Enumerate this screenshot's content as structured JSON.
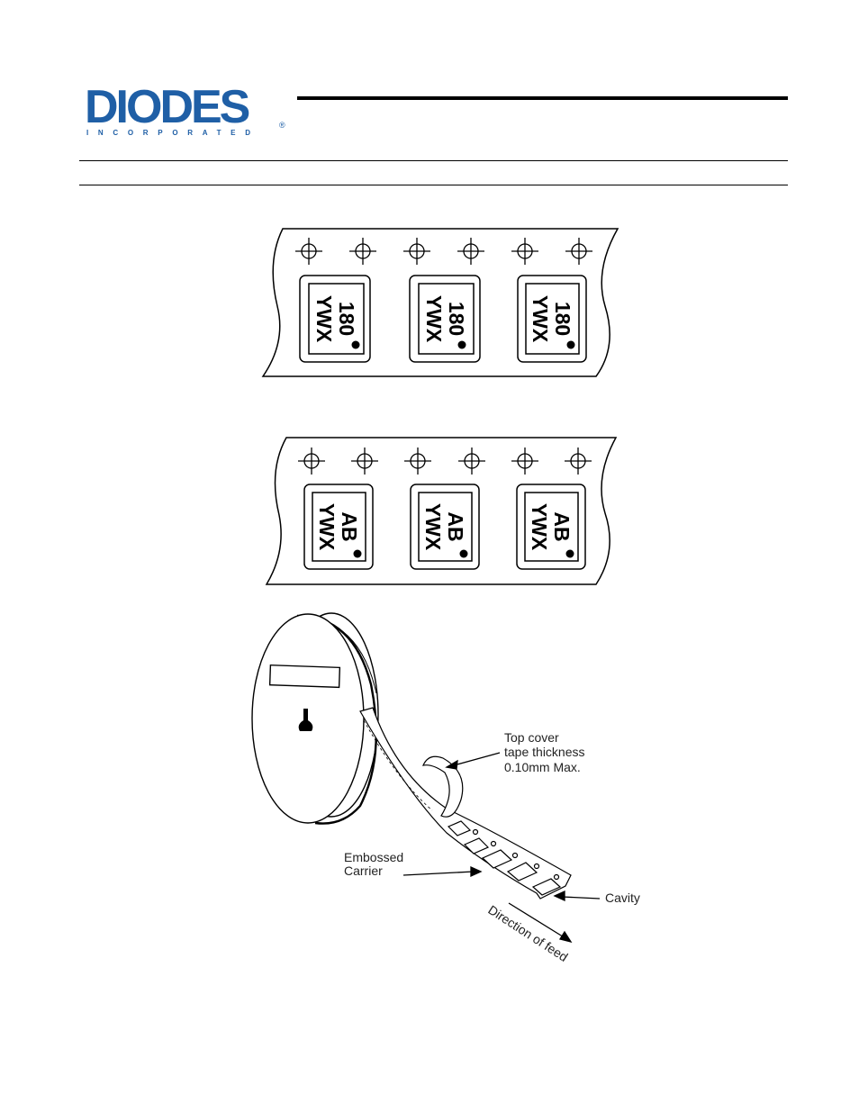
{
  "logo": {
    "name": "DIODES",
    "subtitle": "INCORPORATED",
    "registered": "®",
    "color": "#1f5fa6"
  },
  "tape_marking_1": {
    "parts": [
      {
        "line1": "180",
        "line2": "YWX"
      },
      {
        "line1": "180",
        "line2": "YWX"
      },
      {
        "line1": "180",
        "line2": "YWX"
      }
    ]
  },
  "tape_marking_2": {
    "parts": [
      {
        "line1": "AB",
        "line2": "YWX"
      },
      {
        "line1": "AB",
        "line2": "YWX"
      },
      {
        "line1": "AB",
        "line2": "YWX"
      }
    ]
  },
  "reel_diagram": {
    "top_cover_line1": "Top cover",
    "top_cover_line2": "tape thickness",
    "top_cover_line3": "0.10mm Max.",
    "embossed_line1": "Embossed",
    "embossed_line2": "Carrier",
    "cavity": "Cavity",
    "direction": "Direction of feed"
  }
}
